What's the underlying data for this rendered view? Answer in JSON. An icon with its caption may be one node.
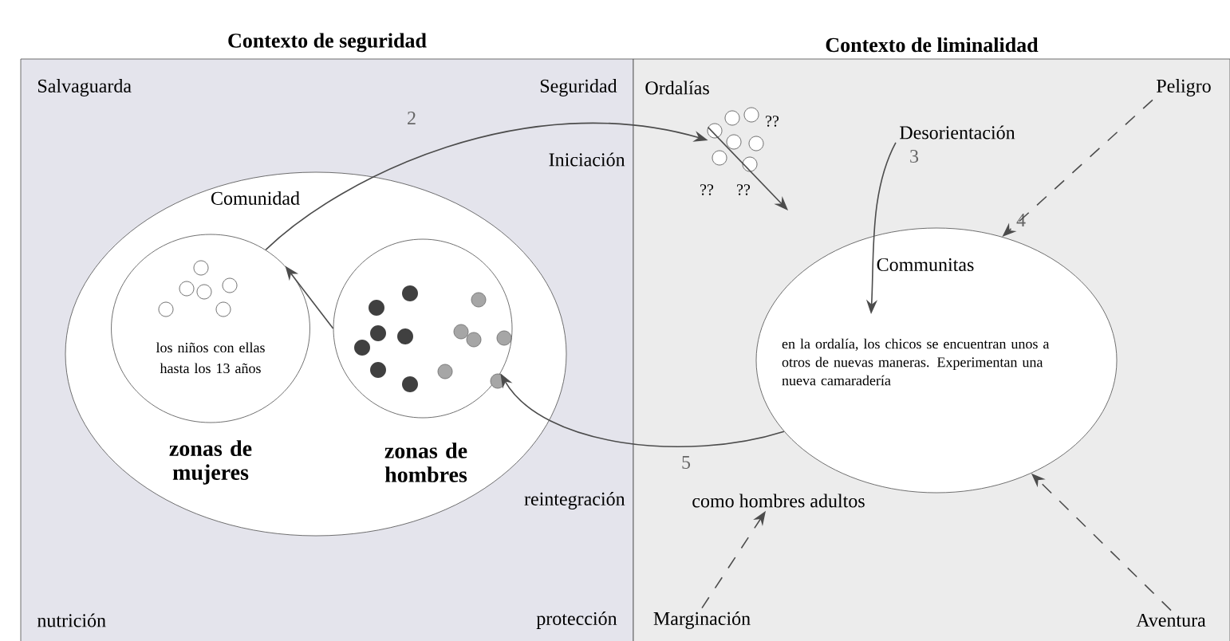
{
  "diagram": {
    "nodes": [
      {
        "text": [
          "Contexto de seguridad"
        ]
      },
      {
        "text": [
          "Contexto de liminalidad"
        ]
      },
      {
        "text": [
          "Comunidad"
        ],
        "in": 0
      },
      {
        "text": [
          "los niños con ellas hasta los 13 años"
        ],
        "beside": [
          "zonas de mujeres"
        ],
        "in": 2
      },
      {
        "text": [],
        "shape": "circle",
        "beside": [
          "zonas de hombres"
        ],
        "in": 2
      },
      {
        "text": [],
        "shape": "picture",
        "beside": [
          "??",
          "??",
          "??"
        ],
        "in": 1
      },
      {
        "text": [
          "Desorientación"
        ],
        "in": 1
      },
      {
        "text": [
          "Communitas",
          "en la ordalía, los chicos se encuentran unos a otros de nuevas maneras. Experimentan una nueva camaradería"
        ],
        "beside": [
          "4"
        ],
        "in": 1
      },
      {
        "text": [
          "Peligro"
        ],
        "in": 1
      },
      {
        "text": [
          "como hombres adultos"
        ],
        "in": 1
      },
      {
        "text": [
          "Marginación"
        ],
        "in": 1
      },
      {
        "text": [
          "Aventura"
        ],
        "in": 1
      }
    ],
    "edges": [
      {
        "from": 3,
        "to": 5,
        "arrow": "to",
        "label": "2"
      },
      {
        "from": 5,
        "to": null,
        "arrow": "to"
      },
      {
        "from": 6,
        "to": 7,
        "arrow": "to",
        "label": "3"
      },
      {
        "from": 8,
        "to": 7,
        "arrow": "to",
        "style": "dashed"
      },
      {
        "from": 7,
        "to": 4,
        "arrow": "to",
        "label": "5"
      },
      {
        "from": 4,
        "to": 3,
        "arrow": "to"
      },
      {
        "from": 10,
        "to": 9,
        "arrow": "to",
        "style": "dashed"
      },
      {
        "from": 11,
        "to": 7,
        "arrow": "to",
        "style": "dashed"
      }
    ],
    "labels": [
      "Salvaguarda",
      "Seguridad",
      "Iniciación",
      "nutrición",
      "protección",
      "Ordalías",
      "reintegración"
    ]
  }
}
